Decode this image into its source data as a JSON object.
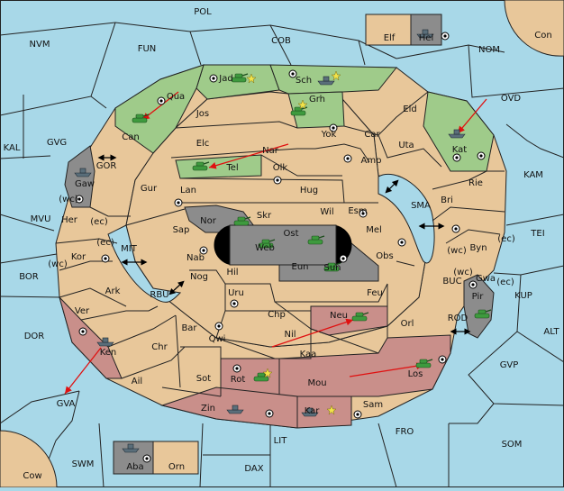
{
  "colors": {
    "sea": "#a8d8e8",
    "land": "#e8c79a",
    "green": "#9fcb8a",
    "red": "#c98f8a",
    "gray": "#8c8c8c",
    "line": "#222222",
    "arrow": "#e01010",
    "unit": "#2f8f2f"
  },
  "sea_regions": [
    {
      "name": "POL"
    },
    {
      "name": "NVM"
    },
    {
      "name": "FUN"
    },
    {
      "name": "COB"
    },
    {
      "name": "NOM"
    },
    {
      "name": "Con"
    },
    {
      "name": "OVD"
    },
    {
      "name": "KAL"
    },
    {
      "name": "GVG"
    },
    {
      "name": "KAM"
    },
    {
      "name": "TEI"
    },
    {
      "name": "MVU"
    },
    {
      "name": "BOR"
    },
    {
      "name": "DOR"
    },
    {
      "name": "ALT"
    },
    {
      "name": "KUP"
    },
    {
      "name": "GVP"
    },
    {
      "name": "GVA"
    },
    {
      "name": "FRO"
    },
    {
      "name": "SOM"
    },
    {
      "name": "SWM"
    },
    {
      "name": "LIT"
    },
    {
      "name": "DAX"
    },
    {
      "name": "Cow"
    },
    {
      "name": "MIT"
    },
    {
      "name": "RBU"
    },
    {
      "name": "GOR"
    },
    {
      "name": "SMA"
    },
    {
      "name": "BUC"
    },
    {
      "name": "ROD"
    }
  ],
  "land_regions": [
    {
      "name": "Jad"
    },
    {
      "name": "Sch"
    },
    {
      "name": "Qua"
    },
    {
      "name": "Jos"
    },
    {
      "name": "Grh"
    },
    {
      "name": "Eld"
    },
    {
      "name": "Can"
    },
    {
      "name": "Elc"
    },
    {
      "name": "Yok"
    },
    {
      "name": "Car"
    },
    {
      "name": "Uta"
    },
    {
      "name": "Kat"
    },
    {
      "name": "Nar"
    },
    {
      "name": "Tel"
    },
    {
      "name": "Olk"
    },
    {
      "name": "Amp"
    },
    {
      "name": "Gaw"
    },
    {
      "name": "Gur"
    },
    {
      "name": "Lan"
    },
    {
      "name": "Hug"
    },
    {
      "name": "Rie"
    },
    {
      "name": "Bri"
    },
    {
      "name": "Wil"
    },
    {
      "name": "Esm"
    },
    {
      "name": "Nor"
    },
    {
      "name": "Skr"
    },
    {
      "name": "Ost"
    },
    {
      "name": "Sap"
    },
    {
      "name": "Web"
    },
    {
      "name": "Mel"
    },
    {
      "name": "Her"
    },
    {
      "name": "Kor"
    },
    {
      "name": "Byn"
    },
    {
      "name": "Nab"
    },
    {
      "name": "Eun"
    },
    {
      "name": "Sun"
    },
    {
      "name": "Obs"
    },
    {
      "name": "Gwa"
    },
    {
      "name": "Hil"
    },
    {
      "name": "Nog"
    },
    {
      "name": "Ark"
    },
    {
      "name": "Uru"
    },
    {
      "name": "Feu"
    },
    {
      "name": "Pir"
    },
    {
      "name": "Ver"
    },
    {
      "name": "Chp"
    },
    {
      "name": "Neu"
    },
    {
      "name": "Bar"
    },
    {
      "name": "Orl"
    },
    {
      "name": "Qwi"
    },
    {
      "name": "Nil"
    },
    {
      "name": "Ken"
    },
    {
      "name": "Chr"
    },
    {
      "name": "Kaa"
    },
    {
      "name": "Rot"
    },
    {
      "name": "Sot"
    },
    {
      "name": "Mou"
    },
    {
      "name": "Los"
    },
    {
      "name": "Ail"
    },
    {
      "name": "Zin"
    },
    {
      "name": "Kar"
    },
    {
      "name": "Sam"
    },
    {
      "name": "Elf"
    },
    {
      "name": "Hel"
    },
    {
      "name": "Aba"
    },
    {
      "name": "Orn"
    }
  ],
  "coast_markers": {
    "wc": "(wc)",
    "ec": "(ec)"
  },
  "straits": [
    "GOR",
    "MIT",
    "RBU",
    "SMA",
    "BUC",
    "ROD"
  ]
}
